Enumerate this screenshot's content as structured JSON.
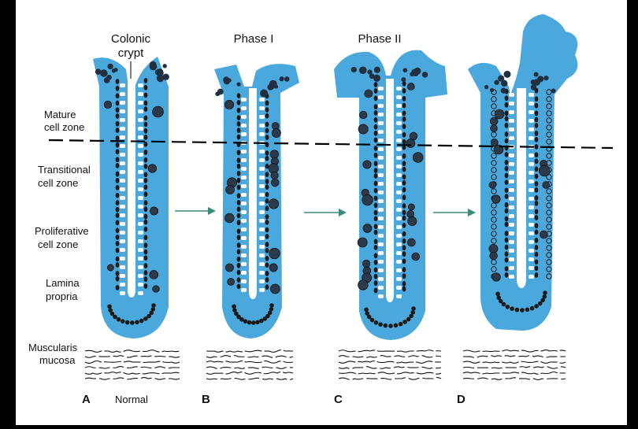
{
  "titles": {
    "a_line1": "Colonic",
    "a_line2": "crypt",
    "b": "Phase I",
    "c": "Phase II"
  },
  "zones": {
    "mature_1": "Mature",
    "mature_2": "cell zone",
    "transitional_1": "Transitional",
    "transitional_2": "cell zone",
    "proliferative_1": "Proliferative",
    "proliferative_2": "cell zone",
    "lamina_1": "Lamina",
    "lamina_2": "propria",
    "muscularis_1": "Muscularis",
    "muscularis_2": "mucosa"
  },
  "panels": {
    "a_letter": "A",
    "a_caption": "Normal",
    "b_letter": "B",
    "c_letter": "C",
    "d_letter": "D"
  },
  "colors": {
    "frame": "#000000",
    "paper": "#ffffff",
    "crypt_fill": "#4aa8dc",
    "lumen": "#ffffff",
    "nucleus": "#1a1a1a",
    "arrow": "#3a8a7a"
  }
}
